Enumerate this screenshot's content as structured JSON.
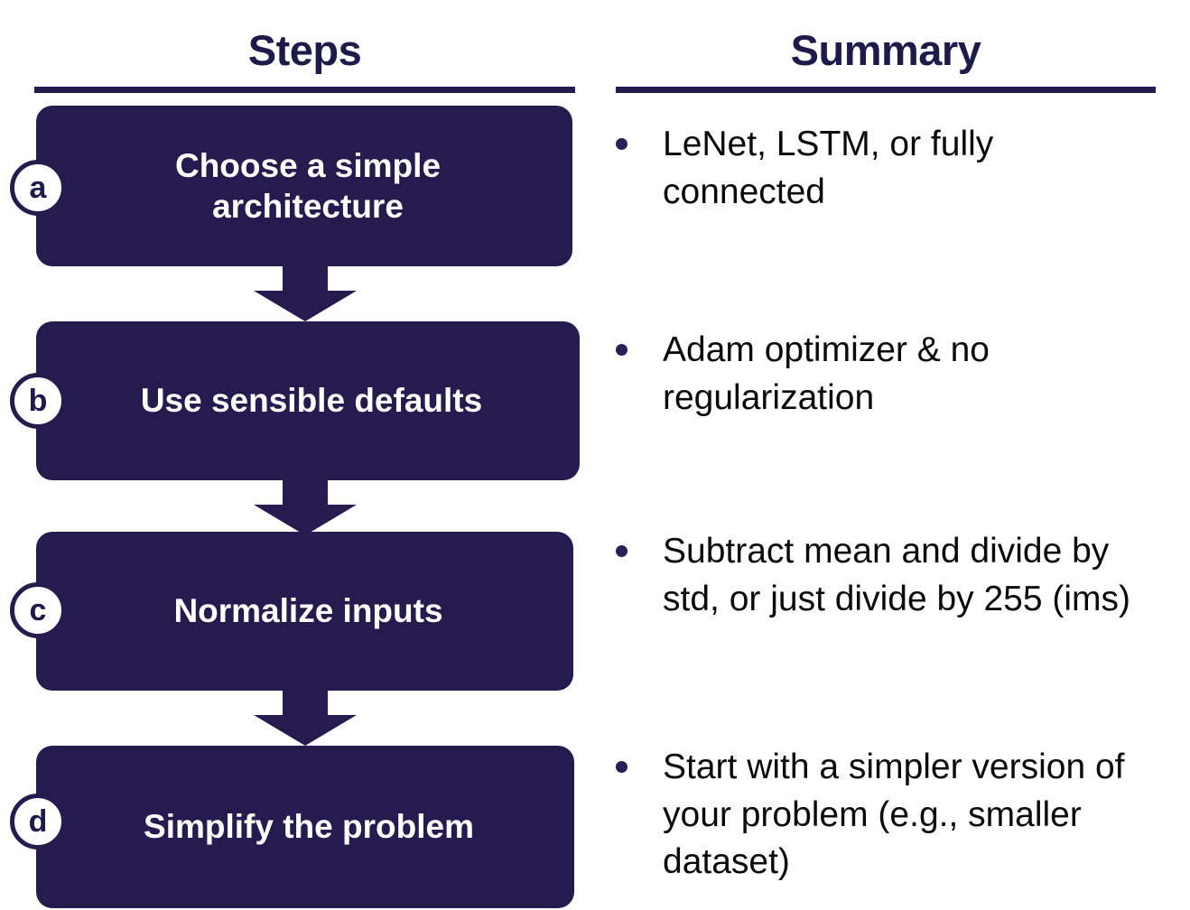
{
  "columns": {
    "steps_title": "Steps",
    "summary_title": "Summary"
  },
  "colors": {
    "box_fill": "#261B4E",
    "header_text": "#1E1A4A",
    "rule": "#241C51",
    "box_text": "#FFFFFF",
    "bullet_text": "#0A0A0A",
    "badge_fill": "#FFFFFF",
    "page_background": "#FFFFFF"
  },
  "steps": [
    {
      "badge": "a",
      "label": "Choose a simple architecture"
    },
    {
      "badge": "b",
      "label": "Use sensible defaults"
    },
    {
      "badge": "c",
      "label": "Normalize inputs"
    },
    {
      "badge": "d",
      "label": "Simplify the problem"
    }
  ],
  "summary": [
    {
      "text": "LeNet, LSTM, or fully connected"
    },
    {
      "text": "Adam optimizer & no regularization"
    },
    {
      "text": "Subtract mean and divide by std, or just divide by 255 (ims)"
    },
    {
      "text": "Start with a simpler version of your problem (e.g., smaller dataset)"
    }
  ],
  "connectors": [
    {
      "from": "a",
      "to": "b",
      "direction": "down"
    },
    {
      "from": "b",
      "to": "c",
      "direction": "down"
    },
    {
      "from": "c",
      "to": "d",
      "direction": "down"
    }
  ]
}
